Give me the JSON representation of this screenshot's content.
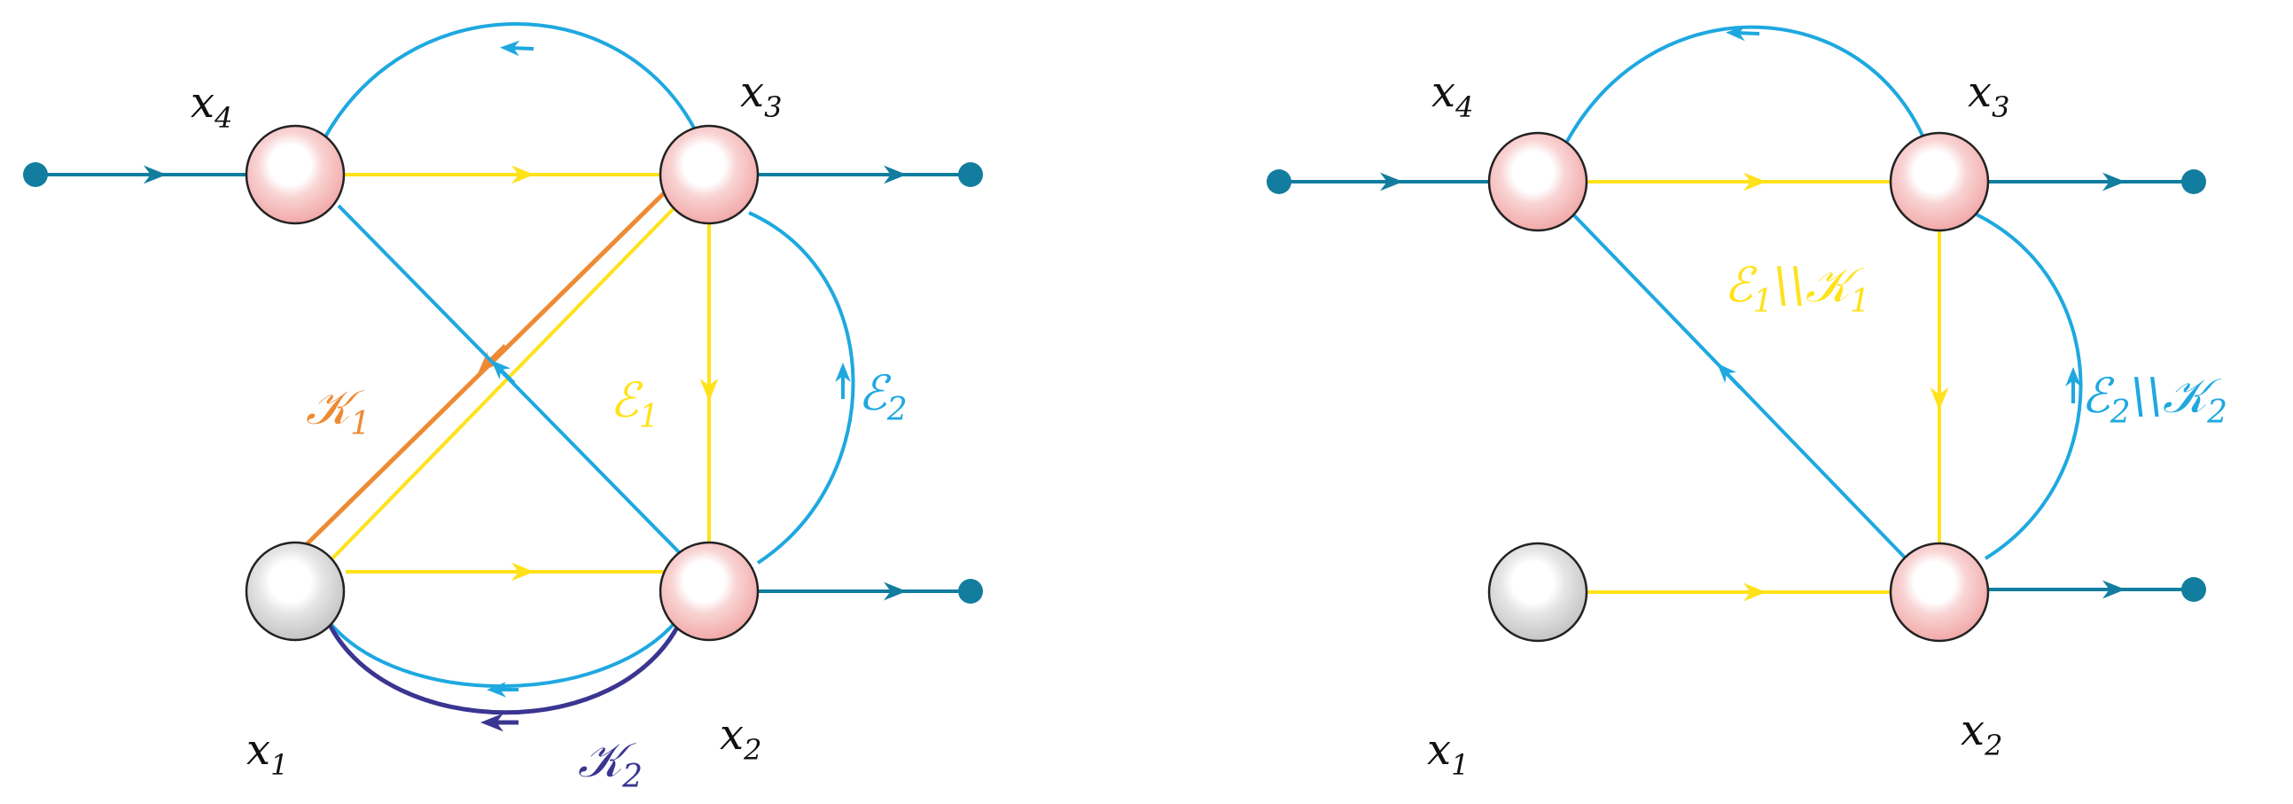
{
  "colors": {
    "blue": "#1ea8e0",
    "teal": "#127d9e",
    "yellow": "#ffe21a",
    "orange": "#ee8a33",
    "navy": "#3a3590",
    "node_pink": "#f6bcbc",
    "node_gray": "#d9d9d9"
  },
  "left": {
    "nodes": [
      {
        "id": "x4",
        "var": "x",
        "sub": "4"
      },
      {
        "id": "x3",
        "var": "x",
        "sub": "3"
      },
      {
        "id": "x1",
        "var": "x",
        "sub": "1"
      },
      {
        "id": "x2",
        "var": "x",
        "sub": "2"
      }
    ],
    "labels": {
      "K1": {
        "sym": "𝒦",
        "sub": "1"
      },
      "E1": {
        "sym": "ℰ",
        "sub": "1"
      },
      "E2": {
        "sym": "ℰ",
        "sub": "2"
      },
      "K2": {
        "sym": "𝒦",
        "sub": "2"
      }
    }
  },
  "right": {
    "nodes": [
      {
        "id": "x4",
        "var": "x",
        "sub": "4"
      },
      {
        "id": "x3",
        "var": "x",
        "sub": "3"
      },
      {
        "id": "x1",
        "var": "x",
        "sub": "1"
      },
      {
        "id": "x2",
        "var": "x",
        "sub": "2"
      }
    ],
    "labels": {
      "E1K1": {
        "sym1": "ℰ",
        "sub1": "1",
        "sep": "\\\\",
        "sym2": "𝒦",
        "sub2": "1"
      },
      "E2K2": {
        "sym1": "ℰ",
        "sub1": "2",
        "sep": "\\\\",
        "sym2": "𝒦",
        "sub2": "2"
      }
    }
  }
}
